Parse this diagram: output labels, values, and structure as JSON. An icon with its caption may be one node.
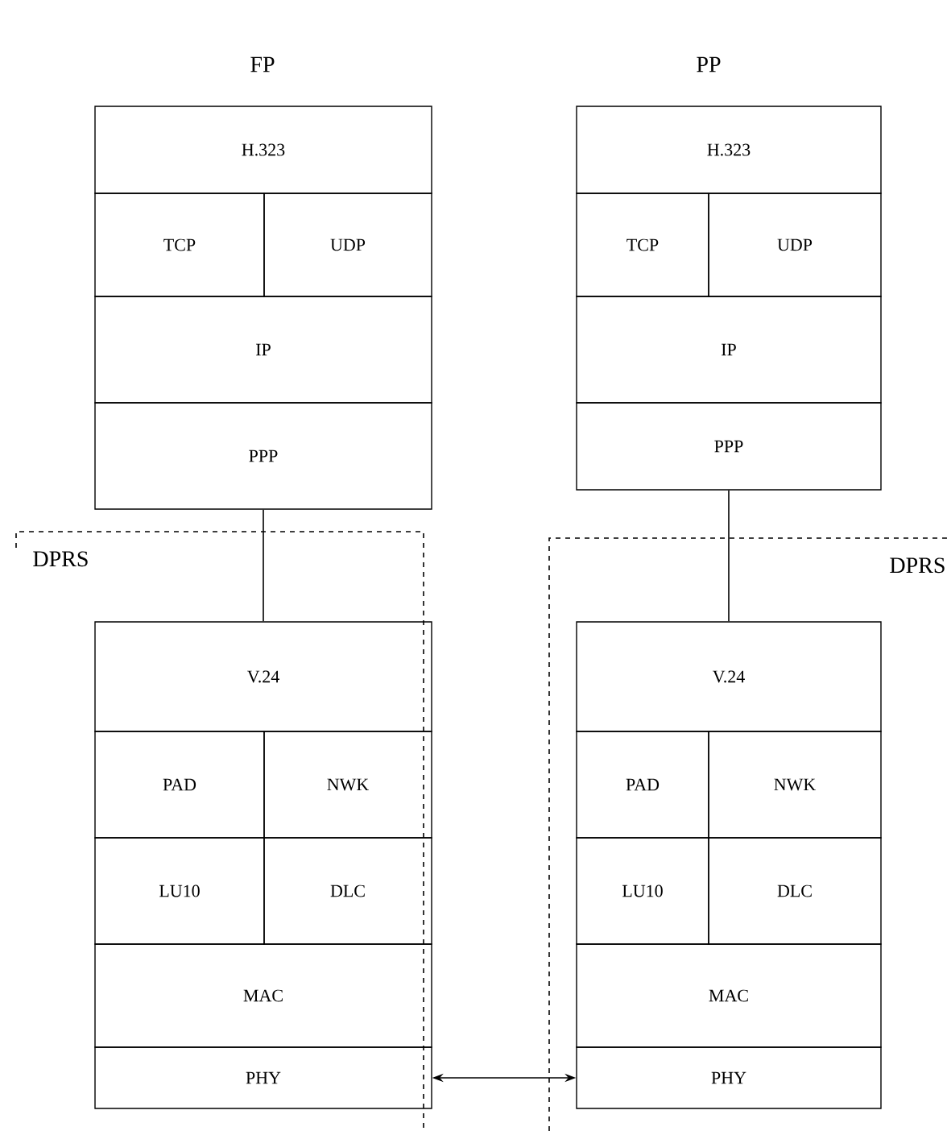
{
  "diagram": {
    "nodes": [
      {
        "text": [
          "H.323"
        ]
      },
      {
        "text": [
          "TCP"
        ]
      },
      {
        "text": [
          "UDP"
        ]
      },
      {
        "text": [
          "IP"
        ]
      },
      {
        "text": [
          "PPP"
        ]
      },
      {
        "text": [
          "DPRS"
        ]
      },
      {
        "text": [
          "V.24"
        ],
        "in": 5
      },
      {
        "text": [
          "PAD"
        ],
        "in": 5
      },
      {
        "text": [
          "NWK"
        ],
        "in": 5
      },
      {
        "text": [
          "LU10"
        ],
        "in": 5
      },
      {
        "text": [
          "DLC"
        ],
        "in": 5
      },
      {
        "text": [
          "MAC"
        ],
        "in": 5
      },
      {
        "text": [
          "PHY"
        ],
        "in": 5
      },
      {
        "text": [
          "H.323"
        ]
      },
      {
        "text": [
          "TCP"
        ]
      },
      {
        "text": [
          "UDP"
        ]
      },
      {
        "text": [
          "IP"
        ]
      },
      {
        "text": [
          "PPP"
        ]
      },
      {
        "text": [
          "DPRS"
        ]
      },
      {
        "text": [
          "V.24"
        ],
        "in": 18
      },
      {
        "text": [
          "PAD"
        ],
        "in": 18
      },
      {
        "text": [
          "NWK"
        ],
        "in": 18
      },
      {
        "text": [
          "LU10"
        ],
        "in": 18
      },
      {
        "text": [
          "DLC"
        ],
        "in": 18
      },
      {
        "text": [
          "MAC"
        ],
        "in": 18
      },
      {
        "text": [
          "PHY"
        ],
        "in": 18
      }
    ],
    "edges": [
      {
        "from": 4,
        "to": 6,
        "arrow": "none"
      },
      {
        "from": 17,
        "to": 19,
        "arrow": "none"
      },
      {
        "from": 12,
        "to": 25,
        "arrow": "both"
      }
    ],
    "labels": [
      "FP",
      "PP"
    ]
  }
}
